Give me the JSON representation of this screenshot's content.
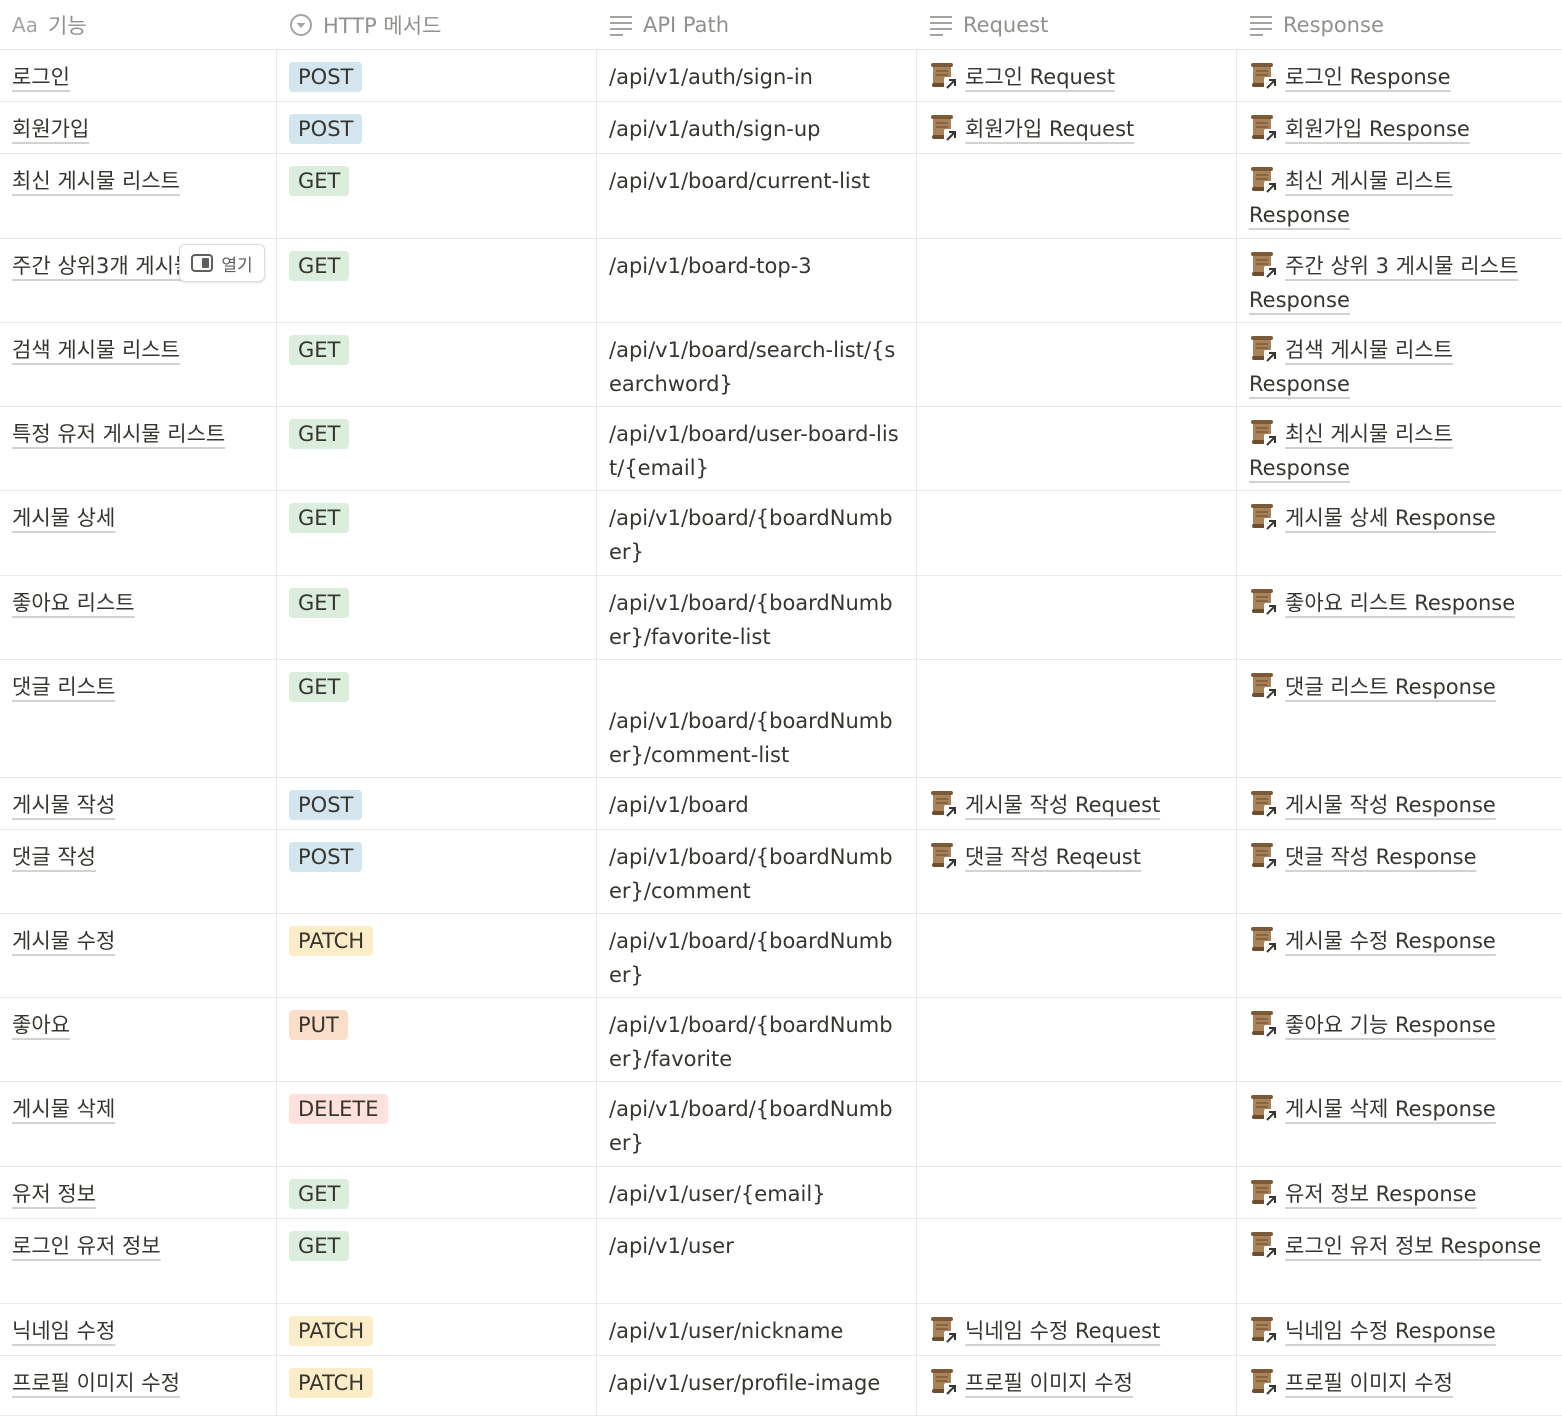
{
  "colors": {
    "POST": "#d3e5ef",
    "GET": "#dbeddb",
    "PATCH": "#fdecc8",
    "PUT": "#fadec9",
    "DELETE": "#ffe2dd"
  },
  "header": {
    "col1": {
      "icon": "Aa",
      "label": "기능"
    },
    "col2": {
      "icon": "select-icon",
      "label": "HTTP 메서드"
    },
    "col3": {
      "icon": "text-icon",
      "label": "API Path"
    },
    "col4": {
      "icon": "text-icon",
      "label": "Request"
    },
    "col5": {
      "icon": "text-icon",
      "label": "Response"
    }
  },
  "open_button": {
    "label": "열기",
    "icon": "side-peek-icon"
  },
  "rows": [
    {
      "name": "로그인",
      "method": "POST",
      "path": "/api/v1/auth/sign-in",
      "request": "로그인 Request",
      "response": "로그인 Response"
    },
    {
      "name": "회원가입",
      "method": "POST",
      "path": "/api/v1/auth/sign-up",
      "request": "회원가입 Request",
      "response": "회원가입 Response"
    },
    {
      "name": "최신 게시물 리스트",
      "method": "GET",
      "path": "/api/v1/board/current-list",
      "request": "",
      "response": "최신 게시물 리스트 Response"
    },
    {
      "name": "주간 상위3개 게시물 리스트",
      "method": "GET",
      "path": "/api/v1/board-top-3",
      "request": "",
      "response": "주간 상위 3 게시물 리스트 Response"
    },
    {
      "name": "검색 게시물 리스트",
      "method": "GET",
      "path": "/api/v1/board/search-list/{searchword}",
      "request": "",
      "response": "검색 게시물 리스트 Response"
    },
    {
      "name": "특정 유저 게시물 리스트",
      "method": "GET",
      "path": "/api/v1/board/user-board-list/{email}",
      "request": "",
      "response": "최신 게시물 리스트 Response"
    },
    {
      "name": "게시물 상세",
      "method": "GET",
      "path": "/api/v1/board/{boardNumber}",
      "request": "",
      "response": "게시물 상세 Response"
    },
    {
      "name": "좋아요 리스트",
      "method": "GET",
      "path": "/api/v1/board/{boardNumber}/favorite-list",
      "request": "",
      "response": "좋아요 리스트 Response"
    },
    {
      "name": "댓글 리스트",
      "method": "GET",
      "path": "/api/v1/board/{boardNumber}/comment-list",
      "request": "",
      "response": "댓글 리스트 Response"
    },
    {
      "name": "게시물 작성",
      "method": "POST",
      "path": "/api/v1/board",
      "request": "게시물 작성 Request",
      "response": "게시물 작성 Response"
    },
    {
      "name": "댓글 작성",
      "method": "POST",
      "path": "/api/v1/board/{boardNumber}/comment",
      "request": "댓글 작성 Reqeust",
      "response": "댓글 작성 Response"
    },
    {
      "name": "게시물 수정",
      "method": "PATCH",
      "path": "/api/v1/board/{boardNumber}",
      "request": "",
      "response": "게시물 수정 Response"
    },
    {
      "name": "좋아요",
      "method": "PUT",
      "path": "/api/v1/board/{boardNumber}/favorite",
      "request": "",
      "response": "좋아요 기능 Response"
    },
    {
      "name": "게시물 삭제",
      "method": "DELETE",
      "path": "/api/v1/board/{boardNumber}",
      "request": "",
      "response": "게시물 삭제 Response"
    },
    {
      "name": "유저 정보",
      "method": "GET",
      "path": "/api/v1/user/{email}",
      "request": "",
      "response": "유저 정보 Response"
    },
    {
      "name": "로그인 유저 정보",
      "method": "GET",
      "path": "/api/v1/user",
      "request": "",
      "response": "로그인 유저 정보 Response"
    },
    {
      "name": "닉네임 수정",
      "method": "PATCH",
      "path": "/api/v1/user/nickname",
      "request": "닉네임 수정 Request",
      "response": "닉네임 수정 Response"
    },
    {
      "name": "프로필 이미지 수정",
      "method": "PATCH",
      "path": "/api/v1/user/profile-image",
      "request": "프로필 이미지 수정",
      "response": "프로필 이미지 수정"
    }
  ]
}
